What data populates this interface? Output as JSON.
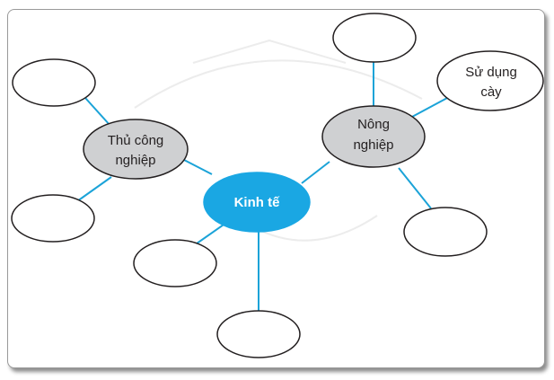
{
  "diagram": {
    "center": {
      "label": "Kinh tế"
    },
    "branches": {
      "handicraft": {
        "line1": "Thủ công",
        "line2": "nghiệp"
      },
      "agriculture": {
        "line1": "Nông",
        "line2": "nghiệp"
      }
    },
    "leaves": {
      "plow": {
        "line1": "Sử dụng",
        "line2": "cày"
      }
    },
    "colors": {
      "connector": "#1ba3d8",
      "center_fill": "#1aa7e3",
      "branch_fill": "#cfd0d2",
      "leaf_fill": "#ffffff",
      "outline": "#231f20"
    }
  }
}
